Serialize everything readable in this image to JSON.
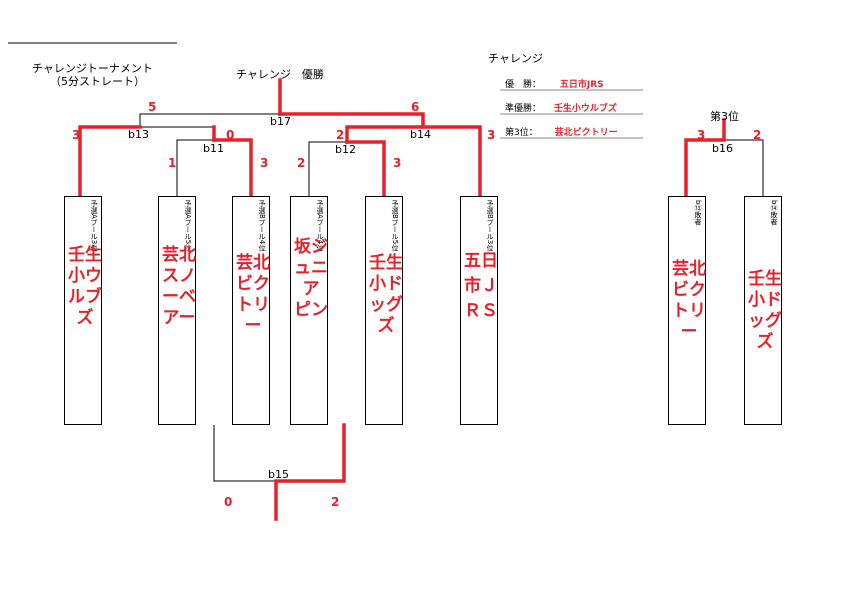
{
  "title_left": {
    "line1": "チャレンジトーナメント",
    "line2": "（5分ストレート）"
  },
  "center_title": "チャレンジ　優勝",
  "results": {
    "heading": "チャレンジ",
    "rows": [
      {
        "label": "優　勝：",
        "value": "五日市JRS"
      },
      {
        "label": "準優勝：",
        "value": "壬生小ウルブズ"
      },
      {
        "label": "第3位：",
        "value": "芸北ビクトリー"
      }
    ]
  },
  "third_place_title": "第3位",
  "matches": {
    "b11": "b11",
    "b12": "b12",
    "b13": "b13",
    "b14": "b14",
    "b15": "b15",
    "b16": "b16",
    "b17": "b17"
  },
  "scores": {
    "b17_left": "5",
    "b17_right": "6",
    "b13_left": "3",
    "b13_right": "0",
    "b11_left": "1",
    "b11_right": "3",
    "b12_left": "2",
    "b12_right": "3",
    "b14_left": "2",
    "b14_right": "3",
    "b16_left": "3",
    "b16_right": "2",
    "b15_left": "0",
    "b15_right": "2"
  },
  "teams": [
    {
      "pool": "予選Aプール3位",
      "name": "壬生小ウルブズ"
    },
    {
      "pool": "予選Aプール5位",
      "name": "芸北スノーベアー"
    },
    {
      "pool": "予選Bプール4位",
      "name": "芸北ビクトリー"
    },
    {
      "pool": "予選Aプール4位",
      "name": "坂ジュニア　ピン"
    },
    {
      "pool": "予選Bプール5位",
      "name": "壬生小ドッグズ"
    },
    {
      "pool": "予選Bプール3位",
      "name": "五日市ＪＲＳ"
    },
    {
      "pool": "b⑬敗者",
      "name": "芸北ビクトリー"
    },
    {
      "pool": "b⑭敗者",
      "name": "壬生小ドッグズ"
    }
  ],
  "colors": {
    "winner_line": "#e8202a",
    "text_red": "#e8202a"
  }
}
